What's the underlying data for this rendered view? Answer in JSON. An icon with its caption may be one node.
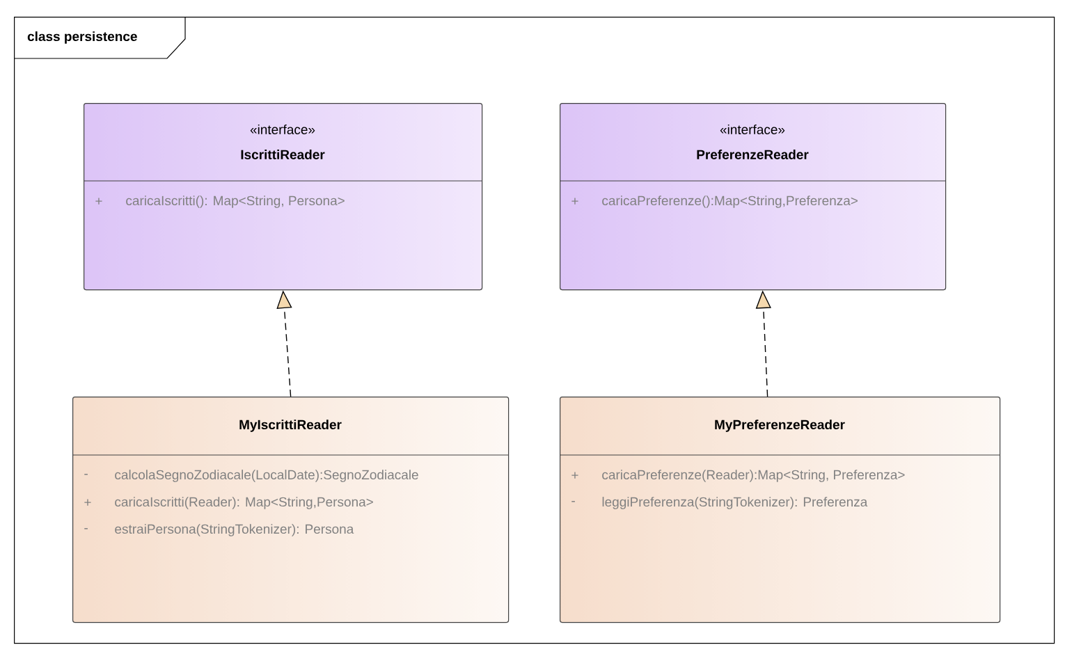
{
  "diagram": {
    "nodes": [
      {
        "text": [
          "class persistence"
        ]
      },
      {
        "text": [
          "«interface»",
          "IscrittiReader",
          "+",
          "caricaIscritti(): Map<String, Persona>"
        ],
        "in": 0
      },
      {
        "text": [
          "«interface»",
          "PreferenzeReader",
          "+",
          "caricaPreferenze():Map<String,Preferenza>"
        ],
        "in": 0
      },
      {
        "text": [
          "MyIscrittiReader",
          "-",
          "calcolaSegnoZodiacale(LocalDate):SegnoZodiacale",
          "+",
          "caricaIscritti(Reader): Map<String,Persona>",
          "-",
          "estraiPersona(StringTokenizer): Persona"
        ],
        "in": 0
      },
      {
        "text": [
          "MyPreferenzeReader",
          "+",
          "caricaPreferenze(Reader):Map<String, Preferenza>",
          "-",
          "leggiPreferenza(StringTokenizer): Preferenza"
        ],
        "in": 0
      }
    ],
    "edges": [
      {
        "from": 3,
        "to": 1,
        "arrow": "to",
        "style": "dashed"
      },
      {
        "from": 4,
        "to": 2,
        "arrow": "to",
        "style": "dashed"
      }
    ]
  }
}
